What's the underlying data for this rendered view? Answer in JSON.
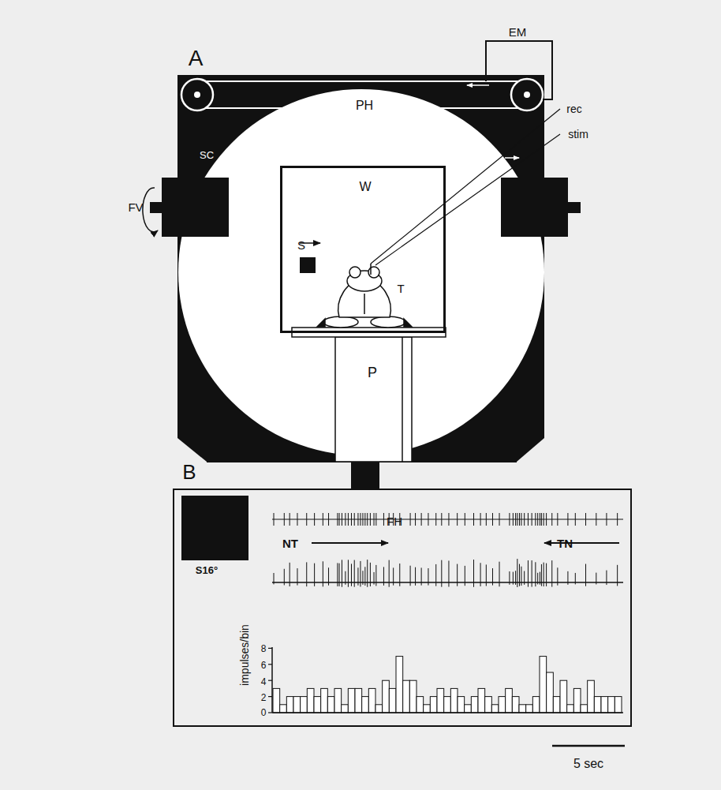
{
  "diagram": {
    "nodes": [
      {
        "text": [
          "W",
          "S",
          "T"
        ]
      }
    ],
    "labels": [
      "A",
      "EM",
      "PH",
      "SC",
      "FV",
      "rec",
      "stim",
      "P",
      "FH",
      "B",
      "NT",
      "TN",
      "S16°",
      "impulses/bin",
      "8",
      "6",
      "4",
      "2",
      "0",
      "5 sec"
    ]
  }
}
